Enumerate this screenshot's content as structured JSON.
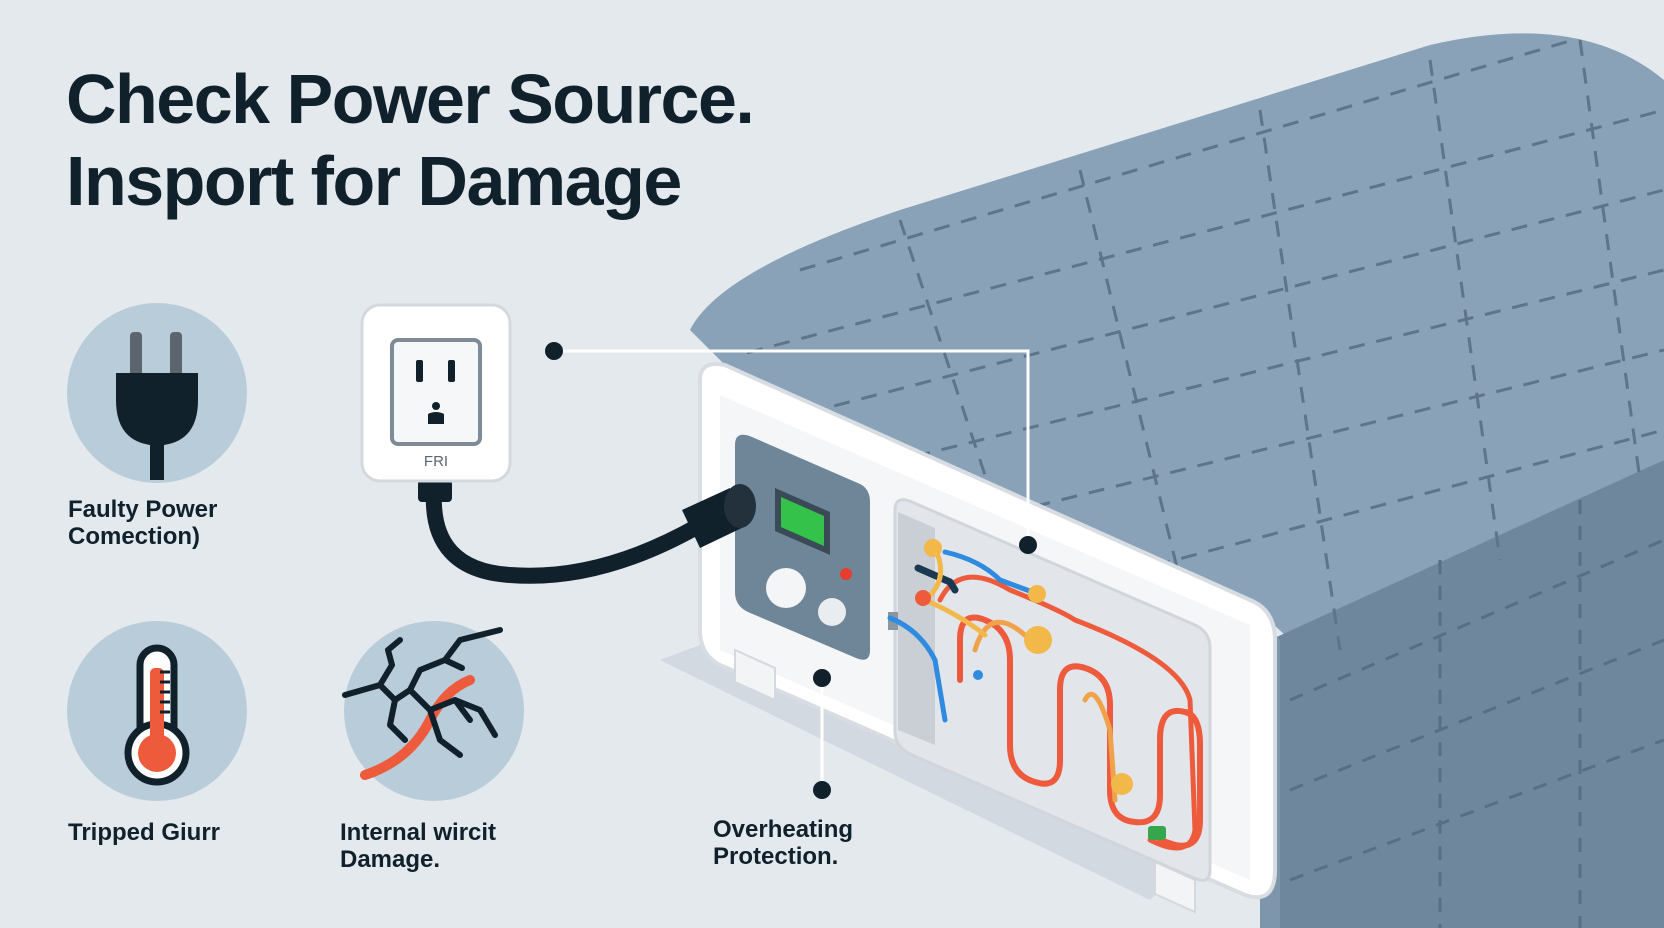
{
  "title": {
    "line1": "Check Power Source.",
    "line2": "Insport for Damage"
  },
  "outlet": {
    "label": "FRI"
  },
  "callouts": {
    "faulty_power": {
      "line1": "Faulty Power",
      "line2": "Comection)"
    },
    "tripped": {
      "line1": "Tripped Giurr"
    },
    "internal": {
      "line1": "Internal wircit",
      "line2": "Damage."
    },
    "overheating": {
      "line1": "Overheating",
      "line2": "Protection."
    }
  },
  "icons": [
    "power-plug-icon",
    "thermometer-icon",
    "cracked-wire-icon",
    "wall-outlet-icon"
  ],
  "colors": {
    "background": "#e4e9ee",
    "icon_circle": "#b9ccd9",
    "blanket": "#7f98ae",
    "ink": "#10212c",
    "heating_coil": "#ee5a3c",
    "display": "#35c24b"
  }
}
